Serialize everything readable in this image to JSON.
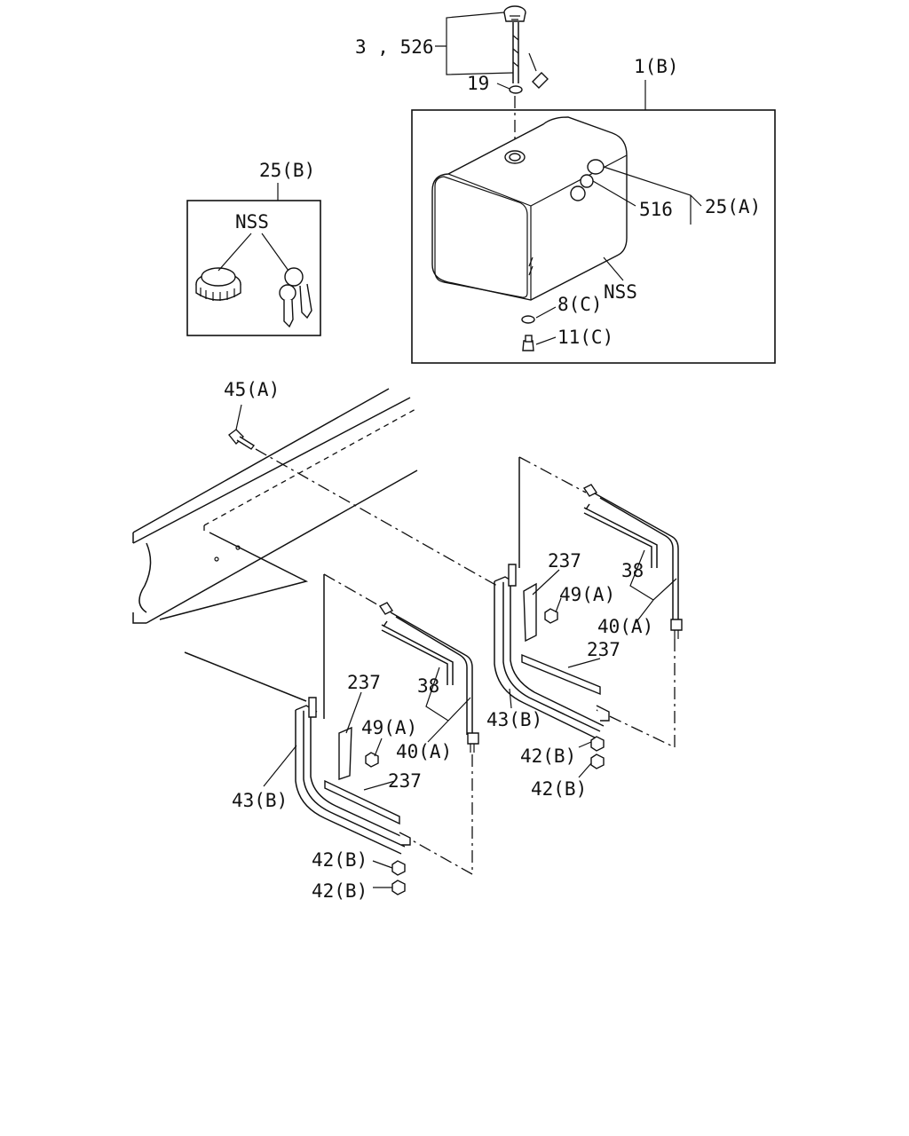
{
  "labels": {
    "filler_neck": "3 , 526",
    "gasket": "19",
    "tank_assembly": "1(B)",
    "cap_set_b": "25(B)",
    "nss_cap_keys": "NSS",
    "cap_set_a": "25(A)",
    "gauge_unit": "516",
    "nss_tank": "NSS",
    "washer": "8(C)",
    "drain_plug": "11(C)",
    "frame_bolt": "45(A)",
    "rear_pad_top": "237",
    "rear_strap_inner": "38",
    "rear_nut": "49(A)",
    "rear_strap": "40(A)",
    "rear_pad_bottom": "237",
    "rear_bracket": "43(B)",
    "rear_nut_lower_1": "42(B)",
    "rear_nut_lower_2": "42(B)",
    "front_pad_top": "237",
    "front_strap_inner": "38",
    "front_nut": "49(A)",
    "front_strap": "40(A)",
    "front_pad_bottom": "237",
    "front_bracket": "43(B)",
    "front_nut_lower_1": "42(B)",
    "front_nut_lower_2": "42(B)"
  },
  "colors": {
    "line": "#111111",
    "background": "#ffffff"
  }
}
